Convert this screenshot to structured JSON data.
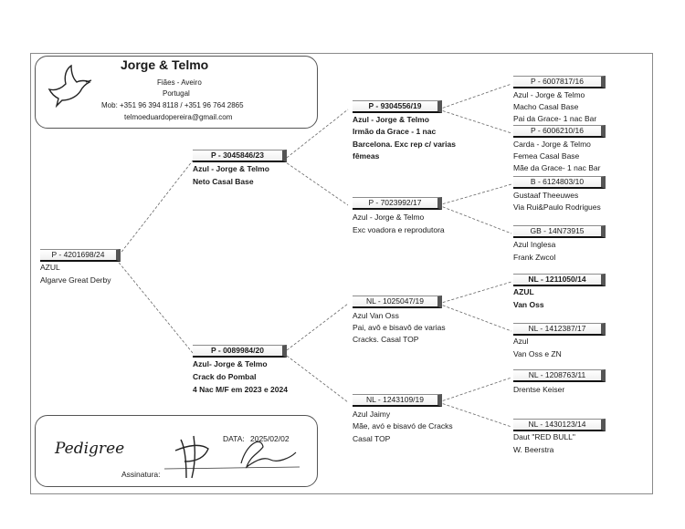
{
  "header": {
    "title": "Jorge & Telmo",
    "location1": "Fiães - Aveiro",
    "location2": "Portugal",
    "phones": "Mob: +351 96 394 8118 / +351 96 764 2865",
    "email": "telmoeduardopereira@gmail.com",
    "logo": "dove-icon"
  },
  "subject": {
    "ring": "P - 4201698/24",
    "color": "AZUL",
    "note": "Algarve Great Derby"
  },
  "sire": {
    "ring": "P - 3045846/23",
    "l1": "Azul - Jorge & Telmo",
    "l2": "Neto Casal Base"
  },
  "dam": {
    "ring": "P - 0089984/20",
    "l1": "Azul- Jorge & Telmo",
    "l2": "Crack do Pombal",
    "l3": "4 Nac M/F em 2023 e 2024"
  },
  "ss": {
    "ring": "P - 9304556/19",
    "l1": "Azul - Jorge & Telmo",
    "l2": "Irmão da Grace - 1 nac",
    "l3": "Barcelona. Exc rep c/ varias",
    "l4": "fêmeas"
  },
  "sd": {
    "ring": "P - 7023992/17",
    "l1": "Azul - Jorge & Telmo",
    "l2": "Exc voadora e reprodutora"
  },
  "ds": {
    "ring": "NL - 1025047/19",
    "l1": "Azul Van Oss",
    "l2": "Pai, avô e bisavô de varias",
    "l3": "Cracks. Casal TOP"
  },
  "dd": {
    "ring": "NL - 1243109/19",
    "l1": "Azul Jaimy",
    "l2": "Mãe, avó e bisavó de Cracks",
    "l3": "Casal TOP"
  },
  "sss": {
    "ring": "P - 6007817/16",
    "l1": "Azul - Jorge & Telmo",
    "l2": "Macho Casal Base",
    "l3": "Pai da Grace- 1 nac Bar"
  },
  "ssd": {
    "ring": "P - 6006210/16",
    "l1": "Carda - Jorge & Telmo",
    "l2": "Femea Casal Base",
    "l3": "Mãe da Grace- 1 nac Bar"
  },
  "sds": {
    "ring": "B - 6124803/10",
    "l1": "Gustaaf Theeuwes",
    "l2": "Via Rui&Paulo Rodrigues"
  },
  "sdd": {
    "ring": "GB - 14N73915",
    "l1": "Azul Inglesa",
    "l2": "Frank Zwcol"
  },
  "dss": {
    "ring": "NL - 1211050/14",
    "l1": "AZUL",
    "l2": "Van Oss"
  },
  "dsd": {
    "ring": "NL - 1412387/17",
    "l1": "Azul",
    "l2": "Van Oss e ZN"
  },
  "dds": {
    "ring": "NL - 1208763/11",
    "l1": "Drentse Keiser"
  },
  "ddd": {
    "ring": "NL - 1430123/14",
    "l1": "Daut \"RED BULL\"",
    "l2": "W. Beerstra"
  },
  "footer": {
    "title": "Pedigree",
    "date_label": "DATA:",
    "date": "2025/02/02",
    "signature_label": "Assinatura:"
  }
}
